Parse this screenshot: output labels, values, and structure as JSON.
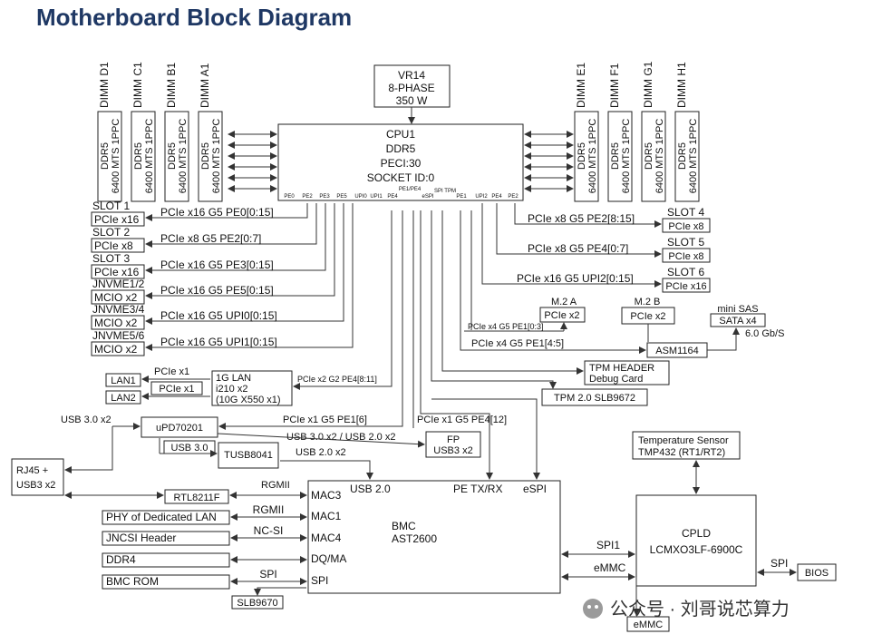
{
  "title": "Motherboard Block Diagram",
  "vr": {
    "l1": "VR14",
    "l2": "8-PHASE",
    "l3": "350 W"
  },
  "cpu": {
    "l1": "CPU1",
    "l2": "DDR5",
    "l3": "PECI:30",
    "l4": "SOCKET ID:0",
    "ports": [
      "PE0",
      "PE2",
      "PE3",
      "PE5",
      "UPI0",
      "UPI1",
      "PE4",
      "PE1/PE4",
      "eSPI",
      "SPI TPM",
      "PE1",
      "UPI2",
      "PE4",
      "PE2"
    ]
  },
  "dimms_left": [
    {
      "name": "DIMM D1",
      "spec1": "DDR5",
      "spec2": "6400 MTS 1PPC"
    },
    {
      "name": "DIMM C1",
      "spec1": "DDR5",
      "spec2": "6400 MTS 1PPC"
    },
    {
      "name": "DIMM B1",
      "spec1": "DDR5",
      "spec2": "6400 MTS 1PPC"
    },
    {
      "name": "DIMM A1",
      "spec1": "DDR5",
      "spec2": "6400 MTS 1PPC"
    }
  ],
  "dimms_right": [
    {
      "name": "DIMM E1",
      "spec1": "DDR5",
      "spec2": "6400 MTS 1PPC"
    },
    {
      "name": "DIMM F1",
      "spec1": "DDR5",
      "spec2": "6400 MTS 1PPC"
    },
    {
      "name": "DIMM G1",
      "spec1": "DDR5",
      "spec2": "6400 MTS 1PPC"
    },
    {
      "name": "DIMM H1",
      "spec1": "DDR5",
      "spec2": "6400 MTS 1PPC"
    }
  ],
  "left_slots": [
    {
      "name": "SLOT 1",
      "type": "PCIe x16",
      "link": "PCIe x16 G5 PE0[0:15]"
    },
    {
      "name": "SLOT 2",
      "type": "PCIe x8",
      "link": "PCIe x8 G5 PE2[0:7]"
    },
    {
      "name": "SLOT 3",
      "type": "PCIe x16",
      "link": "PCIe x16 G5 PE3[0:15]"
    },
    {
      "name": "JNVME1/2",
      "type": "MCIO x2",
      "link": "PCIe x16 G5 PE5[0:15]"
    },
    {
      "name": "JNVME3/4",
      "type": "MCIO x2",
      "link": "PCIe x16 G5 UPI0[0:15]"
    },
    {
      "name": "JNVME5/6",
      "type": "MCIO x2",
      "link": "PCIe x16 G5 UPI1[0:15]"
    }
  ],
  "right_slots": [
    {
      "name": "SLOT 4",
      "type": "PCIe x8",
      "link": "PCIe x8 G5 PE2[8:15]"
    },
    {
      "name": "SLOT 5",
      "type": "PCIe x8",
      "link": "PCIe x8 G5 PE4[0:7]"
    },
    {
      "name": "SLOT 6",
      "type": "PCIe x16",
      "link": "PCIe x16 G5 UPI2[0:15]"
    }
  ],
  "m2a": {
    "name": "M.2 A",
    "type": "PCIe x2",
    "link": "PCIe x4 G5 PE1[0:3]"
  },
  "m2b": {
    "name": "M.2 B",
    "type": "PCIe x2"
  },
  "asm": {
    "name": "ASM1164",
    "link": "PCIe x4 G5 PE1[4:5]"
  },
  "minisas": {
    "l1": "mini SAS",
    "l2": "SATA x4",
    "speed": "6.0 Gb/S"
  },
  "tpm_header": {
    "l1": "TPM HEADER",
    "l2": "Debug Card"
  },
  "tpm": "TPM 2.0 SLB9672",
  "lan": {
    "lan1": "LAN1",
    "lan2": "LAN2",
    "pcie1": "PCIe x1",
    "pcie2": "PCIe x1",
    "chip1": "1G LAN",
    "chip2": "i210 x2",
    "chip3": "(10G X550 x1)",
    "link": "PCIe x2 G2 PE4[8:11]"
  },
  "usb": {
    "usb30x2": "USB 3.0 x2",
    "upd": "uPD70201",
    "link_upd": "PCIe x1 G5 PE1[6]",
    "link_pe4": "PCIe x1 G5 PE4[12]",
    "usb30": "USB 3.0",
    "tusb": "TUSB8041",
    "usb_mix": "USB 3.0 x2 / USB 2.0 x2",
    "usb20x2": "USB 2.0 x2",
    "fp1": "FP",
    "fp2": "USB3 x2",
    "usb20": "USB 2.0"
  },
  "rj45": {
    "l1": "RJ45 +",
    "l2": "USB3 x2"
  },
  "rtl": "RTL8211F",
  "left_periph": [
    {
      "name": "PHY of Dedicated LAN",
      "bus": "RGMII"
    },
    {
      "name": "JNCSI Header",
      "bus": "NC-SI"
    },
    {
      "name": "DDR4",
      "bus": ""
    },
    {
      "name": "BMC ROM",
      "bus": "SPI"
    }
  ],
  "rgmii_top": "RGMII",
  "slb": "SLB9670",
  "bmc": {
    "l1": "BMC",
    "l2": "AST2600",
    "mac3": "MAC3",
    "mac1": "MAC1",
    "mac4": "MAC4",
    "dqma": "DQ/MA",
    "spi": "SPI",
    "usb20": "USB 2.0",
    "petx": "PE TX/RX",
    "espi": "eSPI"
  },
  "cpld": {
    "l1": "CPLD",
    "l2": "LCMXO3LF-6900C",
    "spi1": "SPI1",
    "emmc": "eMMC",
    "spi": "SPI",
    "emmc_chip": "eMMC"
  },
  "temp": {
    "l1": "Temperature Sensor",
    "l2": "TMP432  (RT1/RT2)"
  },
  "bios": "BIOS",
  "watermark": "公众号 · 刘哥说芯算力"
}
